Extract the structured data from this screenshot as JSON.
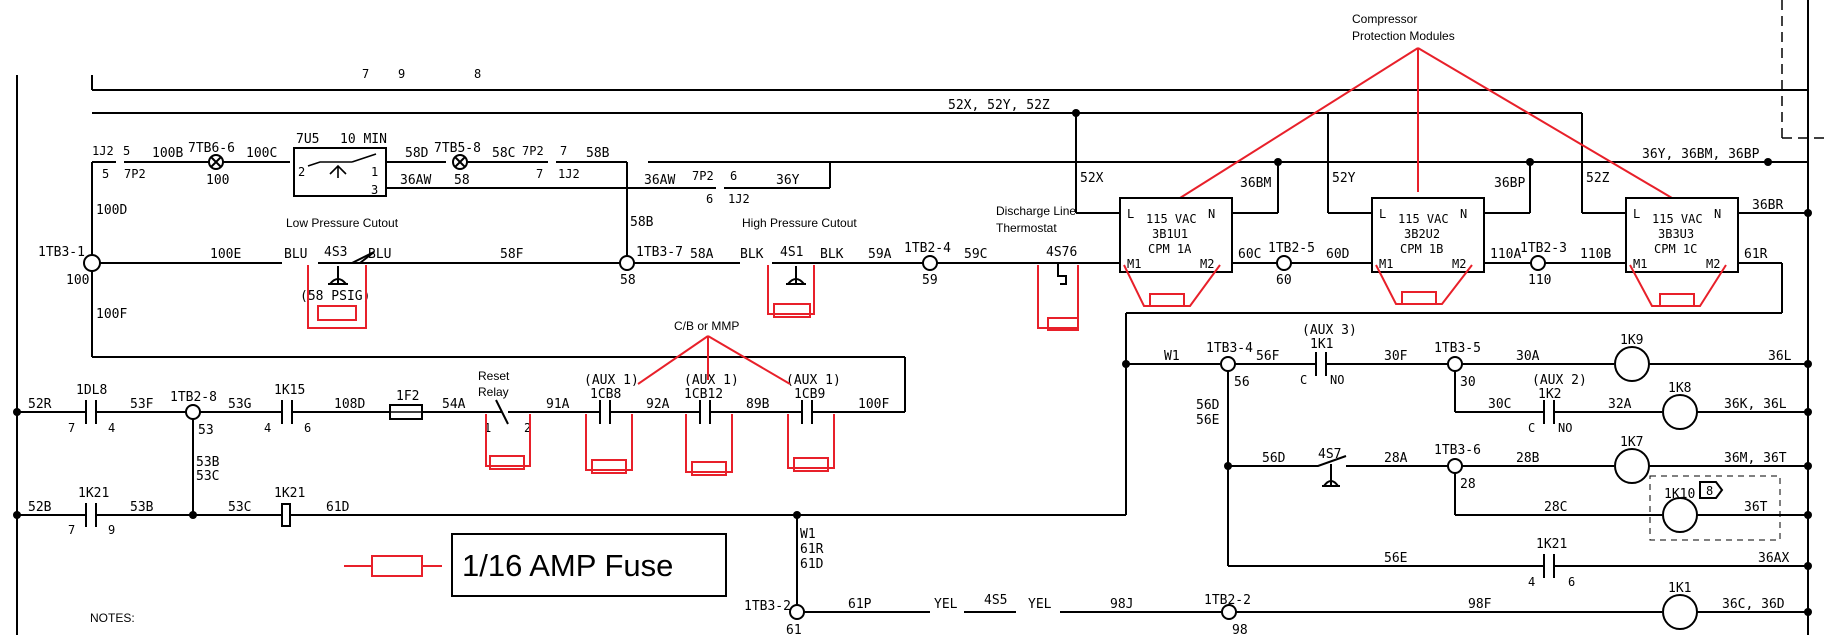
{
  "annotations": {
    "compressor_protection_line1": "Compressor",
    "compressor_protection_line2": "Protection Modules",
    "low_pressure_cutout": "Low Pressure Cutout",
    "high_pressure_cutout": "High Pressure Cutout",
    "discharge_line_line1": "Discharge Line",
    "discharge_line_line2": "Thermostat",
    "reset_relay_line1": "Reset",
    "reset_relay_line2": "Relay",
    "cb_or_mmp": "C/B or MMP",
    "notes": "NOTES:"
  },
  "legend": {
    "fuse_label": "1/16 AMP Fuse"
  },
  "modules": [
    {
      "l": "L",
      "n": "N",
      "m1": "M1",
      "m2": "M2",
      "line1": "115 VAC",
      "line2": "3B1U1",
      "line3": "CPM 1A"
    },
    {
      "l": "L",
      "n": "N",
      "m1": "M1",
      "m2": "M2",
      "line1": "115 VAC",
      "line2": "3B2U2",
      "line3": "CPM 1B"
    },
    {
      "l": "L",
      "n": "N",
      "m1": "M1",
      "m2": "M2",
      "line1": "115 VAC",
      "line2": "3B3U3",
      "line3": "CPM 1C"
    }
  ],
  "wires": {
    "top_bus": "52X, 52Y, 52Z",
    "right_bus": "36Y, 36BM, 36BP",
    "w36bm": "36BM",
    "w52y": "52Y",
    "w36bp": "36BP",
    "w52z": "52Z",
    "w52x": "52X",
    "w36br": "36BR",
    "w60c": "60C",
    "w60d": "60D",
    "w110a": "110A",
    "w110b": "110B",
    "w61r": "61R",
    "w59a": "59A",
    "w59c": "59C",
    "w58a": "58A",
    "w58b": "58B",
    "w58b2": "58B",
    "w58c": "58C",
    "w58d": "58D",
    "w58f": "58F",
    "w100b": "100B",
    "w100c": "100C",
    "w100d": "100D",
    "w100e": "100E",
    "w100f": "100F",
    "w100f2": "100F",
    "w36aw": "36AW",
    "w36aw2": "36AW",
    "w36y": "36Y",
    "blu1": "BLU",
    "blu2": "BLU",
    "blk1": "BLK",
    "blk2": "BLK",
    "w52r": "52R",
    "w53f": "53F",
    "w53g": "53G",
    "w108d": "108D",
    "w54a": "54A",
    "w91a": "91A",
    "w92a": "92A",
    "w89b": "89B",
    "w53b": "53B",
    "w53c": "53C",
    "w53c2": "53C",
    "w52b": "52B",
    "w53b2": "53B",
    "w61d": "61D",
    "w1": "W1",
    "w56f": "56F",
    "w30f": "30F",
    "w30a": "30A",
    "w36l": "36L",
    "w30c": "30C",
    "w32a": "32A",
    "w36k": "36K, 36L",
    "w56d": "56D",
    "w56e": "56E",
    "w56d2": "56D",
    "w28a": "28A",
    "w28b": "28B",
    "w36m": "36M, 36T",
    "w28c": "28C",
    "w36t": "36T",
    "w56e2": "56E",
    "w36ax": "36AX",
    "w1b": "W1",
    "w61r2": "61R",
    "w61d2": "61D",
    "w61p": "61P",
    "yel1": "YEL",
    "yel2": "YEL",
    "w98j": "98J",
    "w98f": "98F",
    "w36c": "36C, 36D"
  },
  "terminals": {
    "tb3_1": "1TB3-1",
    "tb3_1_n": "100",
    "tb3_7": "1TB3-7",
    "tb3_7_n": "58",
    "tb2_4": "1TB2-4",
    "tb2_4_n": "59",
    "tb2_5": "1TB2-5",
    "tb2_5_n": "60",
    "tb2_3": "1TB2-3",
    "tb2_3_n": "110",
    "tb2_8": "1TB2-8",
    "tb2_8_n": "53",
    "tb3_4": "1TB3-4",
    "tb3_4_n": "56",
    "tb3_5": "1TB3-5",
    "tb3_5_n": "30",
    "tb3_6": "1TB3-6",
    "tb3_6_n": "28",
    "tb3_2": "1TB3-2",
    "tb3_2_n": "61",
    "tb2_2": "1TB2-2",
    "tb2_2_n": "98",
    "tb6_6": "7TB6-6",
    "tb6_6_n": "100",
    "tb5_8": "7TB5-8",
    "tb5_8_n": "58",
    "j1j2a": "1J2",
    "j5a": "5",
    "j5b": "5",
    "p7p2a": "7P2",
    "p7p2b": "7P2",
    "j7a": "7",
    "j7b": "7",
    "j1j2b": "1J2",
    "p7p2c": "7P2",
    "j6a": "6",
    "j6b": "6",
    "j1j2c": "1J2"
  },
  "devices": {
    "timer": "7U5",
    "timer_time": "10 MIN",
    "timer_p1": "1",
    "timer_p2": "2",
    "timer_p3": "3",
    "s4s3": "4S3",
    "psig": "(58 PSIG)",
    "s4s1": "4S1",
    "s4s76": "4S76",
    "dl8": "1DL8",
    "dl8_a": "7",
    "dl8_b": "4",
    "k15": "1K15",
    "k15_a": "4",
    "k15_b": "6",
    "f2": "1F2",
    "relay_a": "1",
    "relay_b": "2",
    "aux1a": "(AUX 1)",
    "cb8": "1CB8",
    "aux1b": "(AUX 1)",
    "cb12": "1CB12",
    "aux1c": "(AUX 1)",
    "cb9": "1CB9",
    "k21a": "1K21",
    "k21a_a": "7",
    "k21a_b": "9",
    "k21b": "1K21",
    "aux3": "(AUX 3)",
    "k1c": "1K1",
    "k1c_c": "C",
    "k1c_no": "NO",
    "aux2": "(AUX 2)",
    "k2c": "1K2",
    "k2c_c": "C",
    "k2c_no": "NO",
    "s4s7": "4S7",
    "k21c": "1K21",
    "k21c_a": "4",
    "k21c_b": "6",
    "s4s5": "4S5",
    "k9": "1K9",
    "k8": "1K8",
    "k7": "1K7",
    "k10": "1K10",
    "k10_tag": "8",
    "k1": "1K1",
    "top_frag_a": "7",
    "top_frag_b": "9",
    "top_frag_c": "8"
  }
}
